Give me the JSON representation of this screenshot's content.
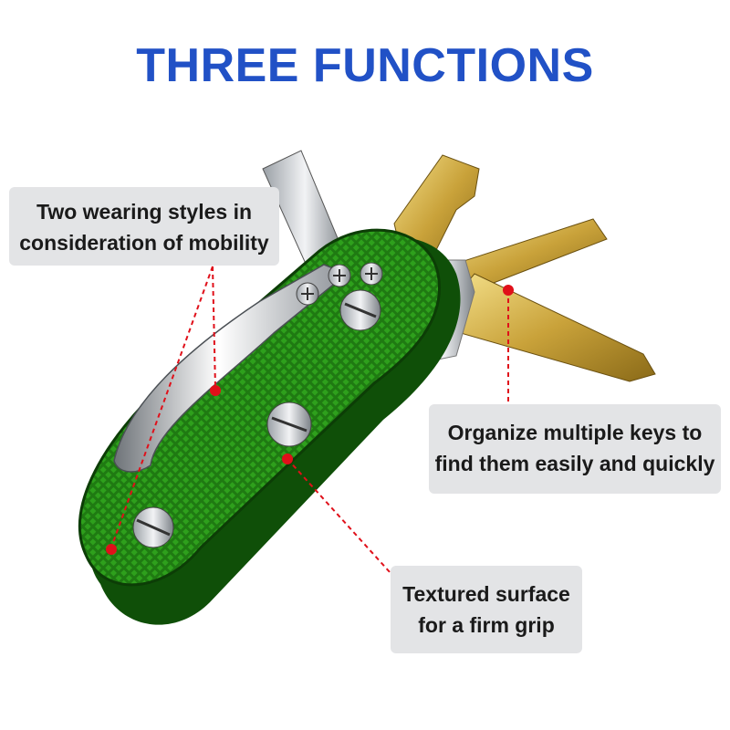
{
  "title": "THREE FUNCTIONS",
  "callouts": {
    "wearing": {
      "line1": "Two wearing styles in",
      "line2": "consideration of mobility"
    },
    "organize": {
      "line1": "Organize multiple keys to",
      "line2": "find them easily and quickly"
    },
    "textured": {
      "line1": "Textured surface",
      "line2": "for a firm grip"
    }
  },
  "colors": {
    "title": "#2151c6",
    "body": "#1f6d0e",
    "marker": "#e0101a",
    "callout_bg": "#e3e4e6"
  }
}
